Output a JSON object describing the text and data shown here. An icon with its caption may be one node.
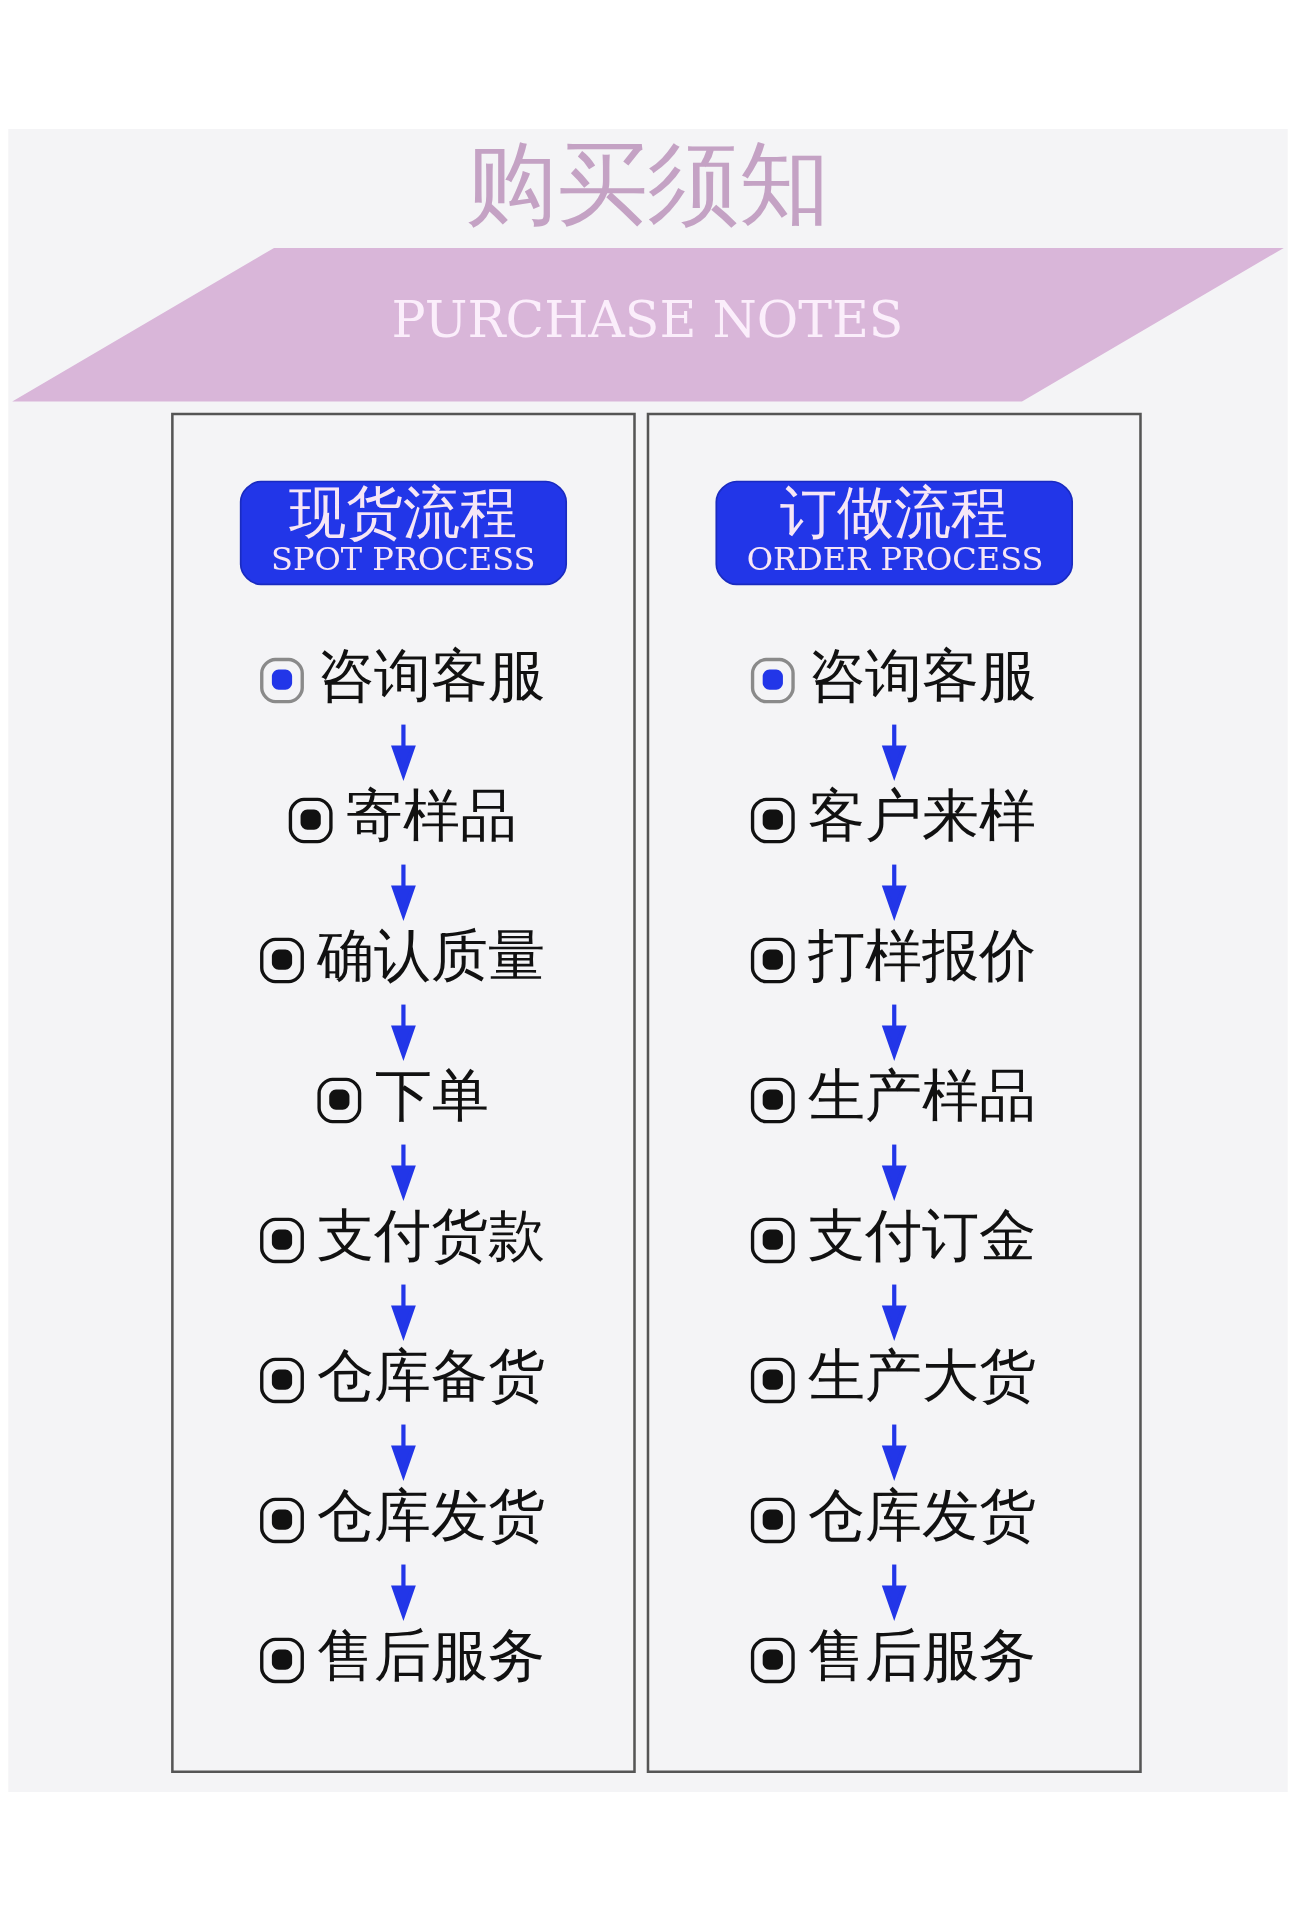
{
  "diagram": {
    "title": "购买须知",
    "nodes": [
      {
        "text": [
          "PURCHASE NOTES"
        ]
      },
      {
        "text": [],
        "shape": "box"
      },
      {
        "text": [
          "现货流程",
          "SPOT PROCESS"
        ],
        "in": 1
      },
      {
        "text": [
          "咨询客服"
        ],
        "in": 1
      },
      {
        "text": [
          "寄样品"
        ],
        "in": 1
      },
      {
        "text": [
          "确认质量"
        ],
        "in": 1
      },
      {
        "text": [
          "下单"
        ],
        "in": 1
      },
      {
        "text": [
          "支付货款"
        ],
        "in": 1
      },
      {
        "text": [
          "仓库备货"
        ],
        "in": 1
      },
      {
        "text": [
          "仓库发货"
        ],
        "in": 1
      },
      {
        "text": [
          "售后服务"
        ],
        "in": 1
      },
      {
        "text": [],
        "shape": "box"
      },
      {
        "text": [
          "订做流程",
          "ORDER PROCESS"
        ],
        "in": 11
      },
      {
        "text": [
          "咨询客服"
        ],
        "in": 11
      },
      {
        "text": [
          "客户来样"
        ],
        "in": 11
      },
      {
        "text": [
          "打样报价"
        ],
        "in": 11
      },
      {
        "text": [
          "生产样品"
        ],
        "in": 11
      },
      {
        "text": [
          "支付订金"
        ],
        "in": 11
      },
      {
        "text": [
          "生产大货"
        ],
        "in": 11
      },
      {
        "text": [
          "仓库发货"
        ],
        "in": 11
      },
      {
        "text": [
          "售后服务"
        ],
        "in": 11
      }
    ],
    "edges": [
      {
        "from": 3,
        "to": 4,
        "arrow": "to"
      },
      {
        "from": 4,
        "to": 5,
        "arrow": "to"
      },
      {
        "from": 5,
        "to": 6,
        "arrow": "to"
      },
      {
        "from": 6,
        "to": 7,
        "arrow": "to"
      },
      {
        "from": 7,
        "to": 8,
        "arrow": "to"
      },
      {
        "from": 8,
        "to": 9,
        "arrow": "to"
      },
      {
        "from": 9,
        "to": 10,
        "arrow": "to"
      },
      {
        "from": 13,
        "to": 14,
        "arrow": "to"
      },
      {
        "from": 14,
        "to": 15,
        "arrow": "to"
      },
      {
        "from": 15,
        "to": 16,
        "arrow": "to"
      },
      {
        "from": 16,
        "to": 17,
        "arrow": "to"
      },
      {
        "from": 17,
        "to": 18,
        "arrow": "to"
      },
      {
        "from": 18,
        "to": 19,
        "arrow": "to"
      },
      {
        "from": 19,
        "to": 20,
        "arrow": "to"
      }
    ]
  }
}
